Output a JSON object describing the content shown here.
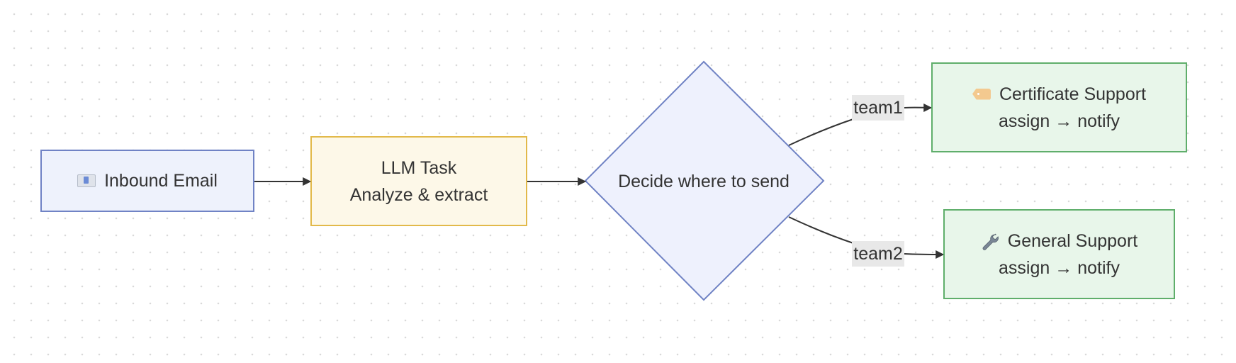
{
  "nodes": {
    "inbound_email": {
      "icon": "envelope-icon",
      "label": "Inbound Email"
    },
    "llm_task": {
      "line1": "LLM Task",
      "line2": "Analyze & extract"
    },
    "decision": {
      "label": "Decide where to send"
    },
    "certificate_support": {
      "icon": "tag-icon",
      "line1": "Certificate Support",
      "line2": "assign → notify"
    },
    "general_support": {
      "icon": "wrench-icon",
      "line1": "General Support",
      "line2": "assign → notify"
    }
  },
  "edges": {
    "team1_label": "team1",
    "team2_label": "team2"
  },
  "colors": {
    "email_fill": "#eef2fc",
    "email_stroke": "#7083c5",
    "llm_fill": "#fdf8e8",
    "llm_stroke": "#e2b94a",
    "decision_fill": "#eef1fd",
    "decision_stroke": "#6f82c4",
    "support_fill": "#e8f6ea",
    "support_stroke": "#5fae6b",
    "edge_color": "#333333",
    "label_bg": "#e8e8e8"
  }
}
